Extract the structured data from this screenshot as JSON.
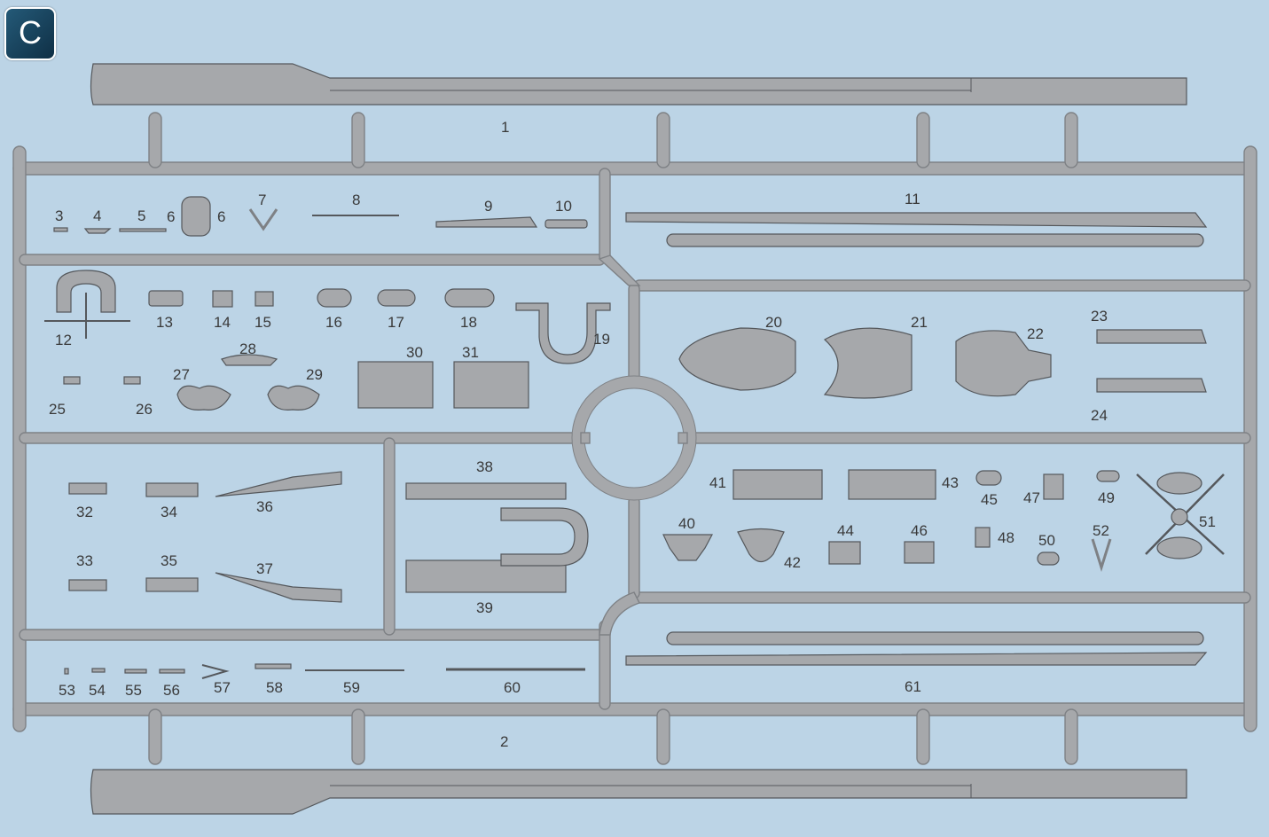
{
  "sheet": {
    "letter": "C",
    "background": "#bcd4e6",
    "plastic_color": "#a6a8ab",
    "outline_color": "#55585c",
    "part_numbers": [
      "1",
      "2",
      "3",
      "4",
      "5",
      "6",
      "7",
      "8",
      "9",
      "10",
      "11",
      "12",
      "13",
      "14",
      "15",
      "16",
      "17",
      "18",
      "19",
      "20",
      "21",
      "22",
      "23",
      "24",
      "25",
      "26",
      "27",
      "28",
      "29",
      "30",
      "31",
      "32",
      "33",
      "34",
      "35",
      "36",
      "37",
      "38",
      "39",
      "40",
      "41",
      "42",
      "43",
      "44",
      "45",
      "46",
      "47",
      "48",
      "49",
      "50",
      "51",
      "52",
      "53",
      "54",
      "55",
      "56",
      "57",
      "58",
      "59",
      "60",
      "61"
    ],
    "duplicate_label": "6"
  }
}
